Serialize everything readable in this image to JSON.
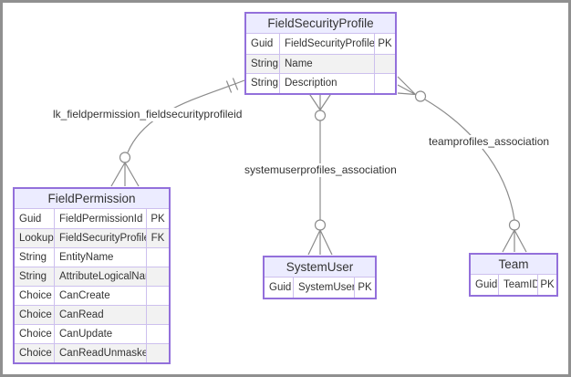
{
  "diagram": {
    "type": "entity-relationship-diagram",
    "entities": {
      "field_security_profile": {
        "title": "FieldSecurityProfile",
        "rows": [
          {
            "type": "Guid",
            "name": "FieldSecurityProfileId",
            "key": "PK"
          },
          {
            "type": "String",
            "name": "Name",
            "key": ""
          },
          {
            "type": "String",
            "name": "Description",
            "key": ""
          }
        ]
      },
      "field_permission": {
        "title": "FieldPermission",
        "rows": [
          {
            "type": "Guid",
            "name": "FieldPermissionId",
            "key": "PK"
          },
          {
            "type": "Lookup",
            "name": "FieldSecurityProfileId",
            "key": "FK"
          },
          {
            "type": "String",
            "name": "EntityName",
            "key": ""
          },
          {
            "type": "String",
            "name": "AttributeLogicalName",
            "key": ""
          },
          {
            "type": "Choice",
            "name": "CanCreate",
            "key": ""
          },
          {
            "type": "Choice",
            "name": "CanRead",
            "key": ""
          },
          {
            "type": "Choice",
            "name": "CanUpdate",
            "key": ""
          },
          {
            "type": "Choice",
            "name": "CanReadUnmasked",
            "key": ""
          }
        ]
      },
      "system_user": {
        "title": "SystemUser",
        "rows": [
          {
            "type": "Guid",
            "name": "SystemUserId",
            "key": "PK"
          }
        ]
      },
      "team": {
        "title": "Team",
        "rows": [
          {
            "type": "Guid",
            "name": "TeamID",
            "key": "PK"
          }
        ]
      }
    },
    "relationships": [
      {
        "label": "lk_fieldpermission_fieldsecurityprofileid",
        "from": "FieldSecurityProfile",
        "from_marker": "exactly-one",
        "to": "FieldPermission",
        "to_marker": "zero-or-many"
      },
      {
        "label": "systemuserprofiles_association",
        "from": "FieldSecurityProfile",
        "from_marker": "zero-or-many",
        "to": "SystemUser",
        "to_marker": "zero-or-many"
      },
      {
        "label": "teamprofiles_association",
        "from": "FieldSecurityProfile",
        "from_marker": "zero-or-many",
        "to": "Team",
        "to_marker": "zero-or-many"
      }
    ],
    "colors": {
      "entity_border": "#9370DB",
      "entity_header_fill": "#ECECFF",
      "row_alt_fill": "#f2f2f2",
      "inner_grid_line": "#cdc0ee",
      "relationship_line": "#8b8b8b",
      "text": "#333333",
      "outer_frame": "#909090",
      "background": "#ffffff"
    }
  }
}
